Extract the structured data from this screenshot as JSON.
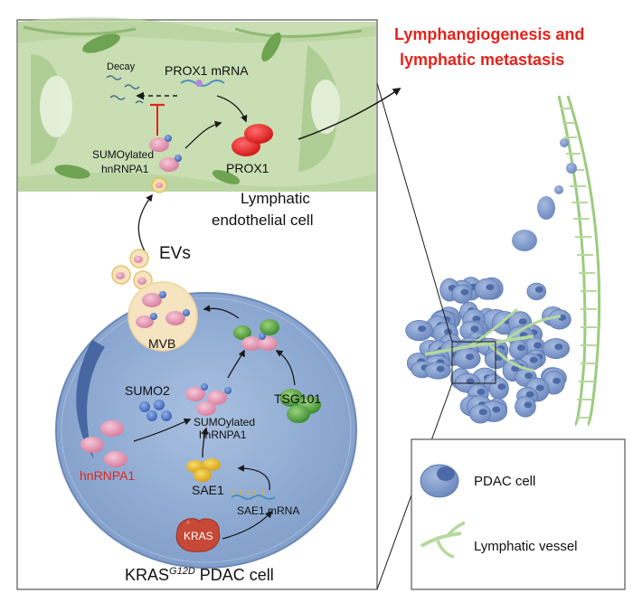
{
  "colors": {
    "accent_red": "#e5231b",
    "cell_blue": "#8aa6cf",
    "endothelial_green": "#c9deb3",
    "protein_pink": "#e6a1b9",
    "protein_green": "#5ea84a",
    "sumo_blue": "#4e74c4",
    "sae1_yellow": "#e8b820",
    "kras_red": "#c64836",
    "mvb_beige": "#f6e3bf"
  },
  "title": {
    "line1": "Lymphangiogenesis and",
    "line2": "lymphatic metastasis"
  },
  "endothelial": {
    "decay": "Decay",
    "prox1_mrna": "PROX1 mRNA",
    "sumo_line1": "SUMOylated",
    "sumo_line2": "hnRNPA1",
    "prox1": "PROX1",
    "cell_line1": "Lymphatic",
    "cell_line2": "endothelial cell"
  },
  "pdac": {
    "evs": "EVs",
    "mvb": "MVB",
    "sumo2": "SUMO2",
    "tsg101": "TSG101",
    "sumo_line1": "SUMOylated",
    "sumo_line2": "hnRNPA1",
    "hnrnpa1": "hnRNPA1",
    "sae1": "SAE1",
    "sae1_mrna": "SAE1 mRNA",
    "kras": "KRAS",
    "cell_label_prefix": "KRAS",
    "cell_label_sup": "G12D",
    "cell_label_suffix": " PDAC cell"
  },
  "legend": {
    "pdac_cell": "PDAC cell",
    "lymphatic_vessel": "Lymphatic vessel"
  },
  "icons": [
    "pdac-cell-icon",
    "lymphatic-vessel-icon",
    "kras-icon",
    "inhibition-icon",
    "arrow-icon"
  ]
}
